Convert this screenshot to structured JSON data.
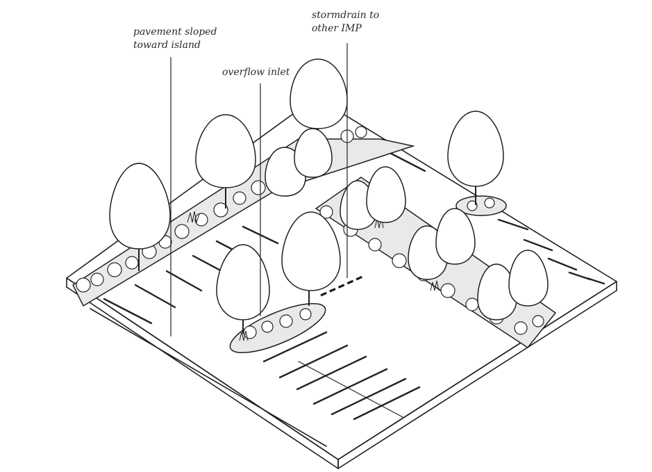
{
  "labels": {
    "pavement": [
      "pavement sloped",
      "toward island"
    ],
    "overflow": "overflow inlet",
    "stormdrain": [
      "stormdrain to",
      "other IMP"
    ]
  }
}
